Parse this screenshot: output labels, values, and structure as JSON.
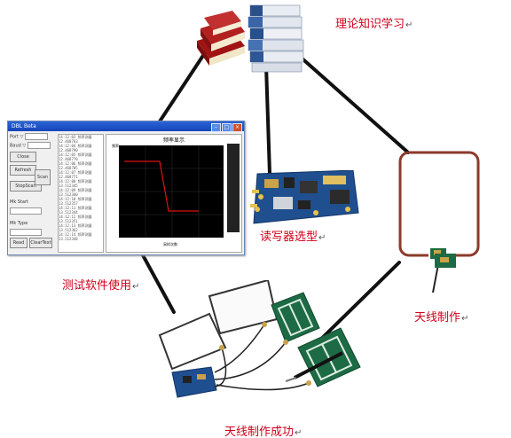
{
  "labels": {
    "theory": "理论知识学习",
    "reader": "读写器选型",
    "software": "测试软件使用",
    "antenna": "天线制作",
    "success": "天线制作成功",
    "mark": "↵"
  },
  "software_window": {
    "title": "DBL Beta",
    "plot_title": "频率显示",
    "left_fields": [
      "Port ▽",
      "Baud ▽"
    ],
    "buttons": [
      "Close",
      "Refresh",
      "Scan",
      "StopScan",
      "Read",
      "ClearText"
    ],
    "field_labels": [
      "Mk Start",
      "Mk Type"
    ],
    "log_lines": [
      "14:12:03  频率测量  12.468763",
      "14:12:04  频率测量  12.468790",
      "14:12:05  频率测量  12.468770",
      "14:12:06  频率测量  12.468785",
      "14:12:07  频率测量  12.468771",
      "14:12:08  频率测量  13.512345",
      "14:12:09  频率测量  13.512360",
      "14:12:10  频率测量  13.512357",
      "14:12:11  频率测量  13.512344",
      "14:12:12  频率测量  13.512351",
      "14:12:13  频率测量  13.512362",
      "14:12:14  频率测量  13.512348"
    ],
    "plot_x_label": "采样次数",
    "plot_y_label": "频率"
  },
  "colors": {
    "label_red": "#d0001a",
    "line": "#111111",
    "board_blue": "#1f4f8f",
    "antenna_green": "#1d6b45",
    "plot_trace": "#dd1111"
  }
}
